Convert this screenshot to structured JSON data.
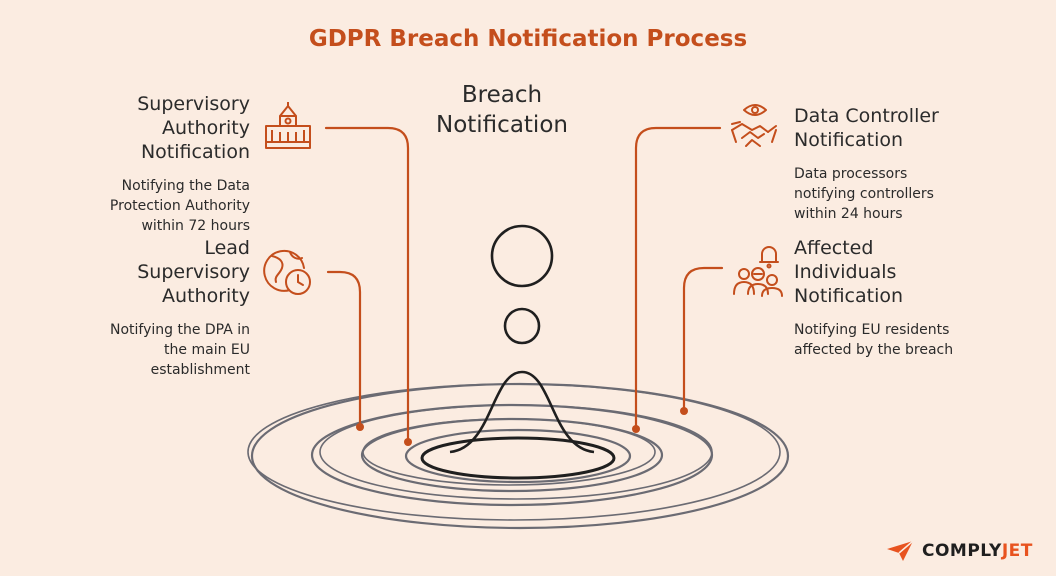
{
  "title": "GDPR Breach Notification Process",
  "center": {
    "label_line1": "Breach",
    "label_line2": "Notification"
  },
  "items": [
    {
      "heading": [
        "Supervisory",
        "Authority",
        "Notification"
      ],
      "description": [
        "Notifying the Data",
        "Protection Authority",
        "within 72 hours"
      ],
      "icon": "government-building-icon"
    },
    {
      "heading": [
        "Lead",
        "Supervisory",
        "Authority"
      ],
      "description": [
        "Notifying the DPA in",
        "the main EU",
        "establishment"
      ],
      "icon": "globe-clock-icon"
    },
    {
      "heading": [
        "Data Controller",
        "Notification"
      ],
      "description": [
        "Data processors",
        "notifying controllers",
        "within 24 hours"
      ],
      "icon": "eye-handshake-icon"
    },
    {
      "heading": [
        "Affected",
        "Individuals",
        "Notification"
      ],
      "description": [
        "Notifying EU residents",
        "affected by the breach"
      ],
      "icon": "people-bell-icon"
    }
  ],
  "brand": {
    "part1": "COMPLY",
    "part2": "JET"
  },
  "colors": {
    "accent": "#c44e1c",
    "ripple": "#6b6b73",
    "background": "#fbece1",
    "brand_orange": "#e8531f"
  }
}
